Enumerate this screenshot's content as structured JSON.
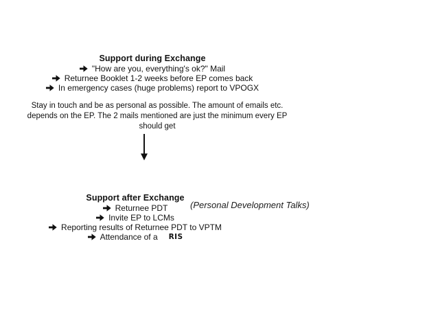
{
  "slide": {
    "background_color": "#ffffff",
    "text_color": "#111111"
  },
  "during_block": {
    "title": "Support during Exchange",
    "items": [
      "\"How are you, everything's ok?\" Mail",
      "Returnee Booklet 1-2 weeks before EP comes back",
      "In emergency cases (huge problems) report to VPOGX"
    ]
  },
  "note_paragraph": {
    "lines": [
      "Stay in touch and be as personal as possible. The amount of emails etc.",
      "depends on the EP. The 2 mails mentioned are just the minimum every EP",
      "should get"
    ]
  },
  "after_block": {
    "title": "Support after Exchange",
    "annotation": "(Personal Development Talks)",
    "items": [
      "Returnee PDT",
      "Invite EP to LCMs",
      "Reporting results of Returnee PDT to VPTM",
      "Attendance of a"
    ],
    "last_item_suffix": "RIS"
  },
  "icons": {
    "bullet": "arrow-right",
    "connector": "arrow-down"
  }
}
